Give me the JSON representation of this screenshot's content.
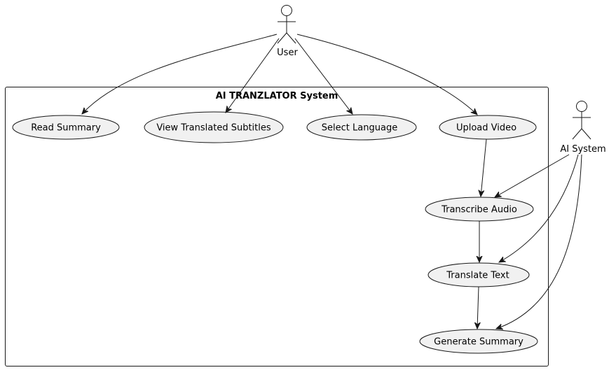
{
  "system": {
    "title": "AI TRANZLATOR System"
  },
  "actors": {
    "user": {
      "label": "User"
    },
    "ai_system": {
      "label": "AI System"
    }
  },
  "use_cases": {
    "read_summary": {
      "label": "Read Summary"
    },
    "view_translated_subtitles": {
      "label": "View Translated Subtitles"
    },
    "select_language": {
      "label": "Select Language"
    },
    "upload_video": {
      "label": "Upload Video"
    },
    "transcribe_audio": {
      "label": "Transcribe Audio"
    },
    "translate_text": {
      "label": "Translate Text"
    },
    "generate_summary": {
      "label": "Generate Summary"
    }
  },
  "relations": [
    {
      "from": "User",
      "to": "Read Summary"
    },
    {
      "from": "User",
      "to": "View Translated Subtitles"
    },
    {
      "from": "User",
      "to": "Select Language"
    },
    {
      "from": "User",
      "to": "Upload Video"
    },
    {
      "from": "Upload Video",
      "to": "Transcribe Audio"
    },
    {
      "from": "AI System",
      "to": "Transcribe Audio"
    },
    {
      "from": "Transcribe Audio",
      "to": "Translate Text"
    },
    {
      "from": "AI System",
      "to": "Translate Text"
    },
    {
      "from": "Translate Text",
      "to": "Generate Summary"
    },
    {
      "from": "AI System",
      "to": "Generate Summary"
    }
  ],
  "colors": {
    "use_case_fill": "#F1F1F1",
    "stroke": "#181818",
    "background": "#FFFFFF"
  }
}
